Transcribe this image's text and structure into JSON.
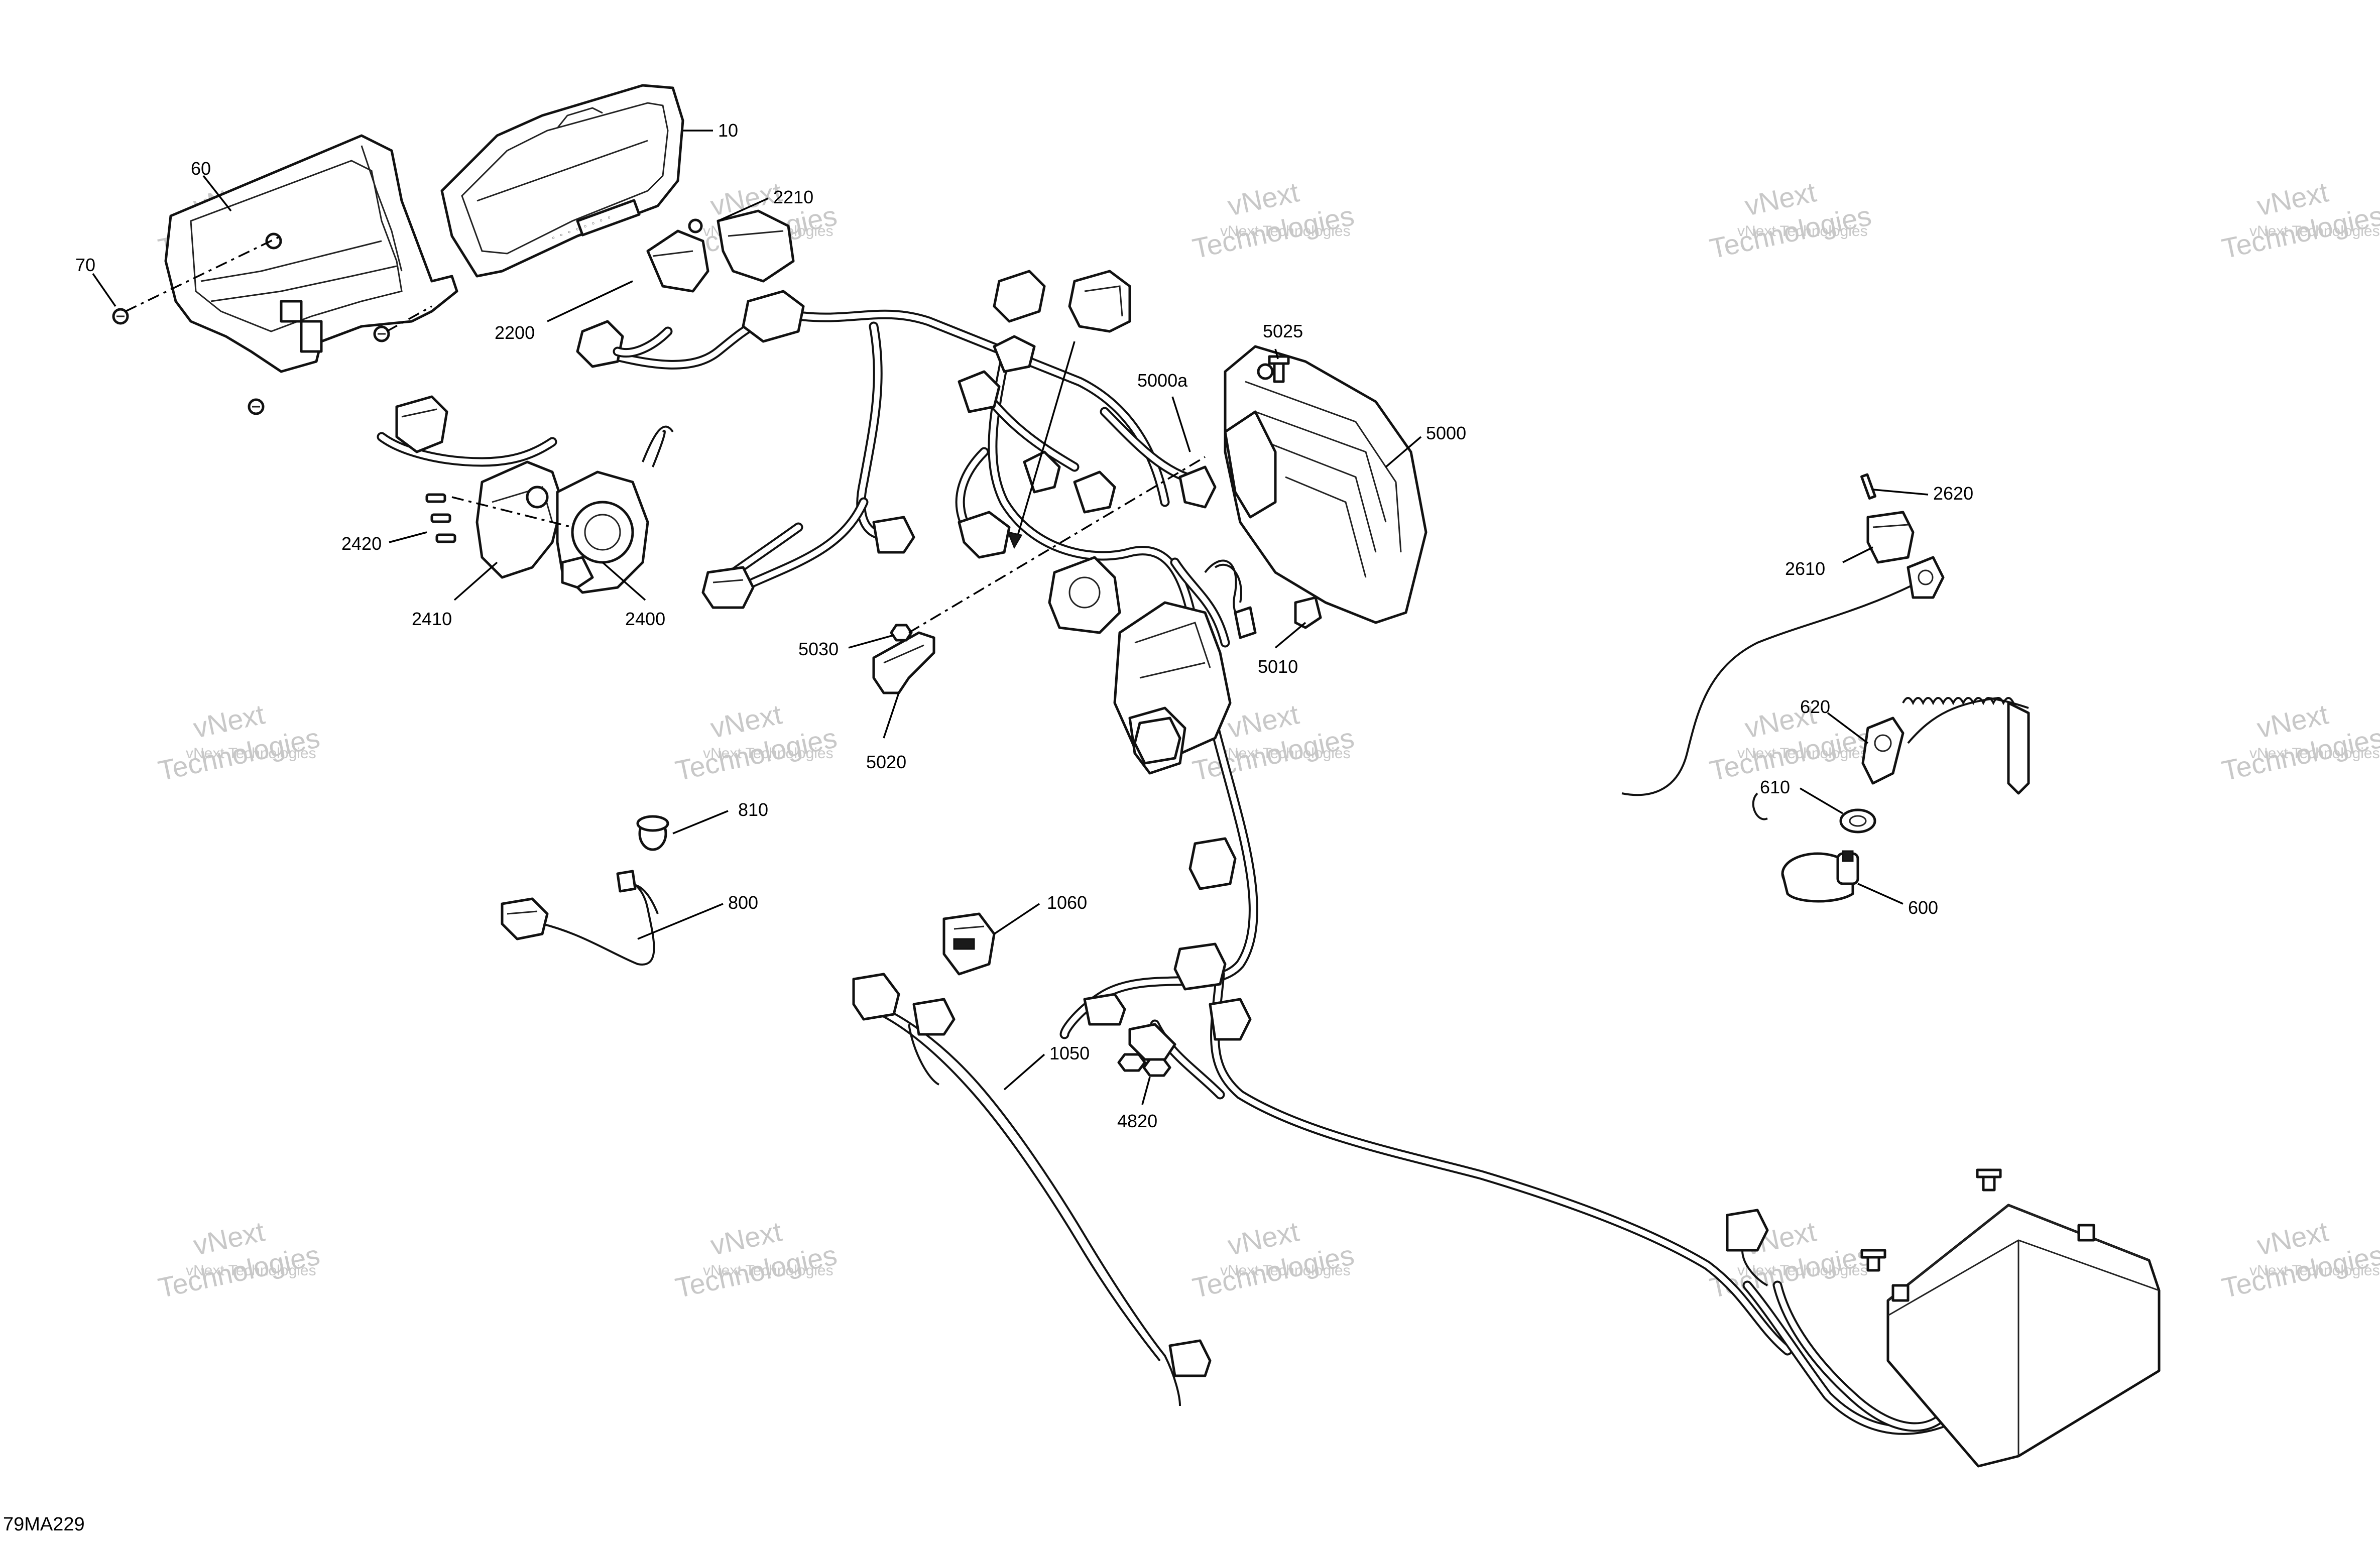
{
  "diagram_code": "79MA229",
  "watermark": {
    "line1": "vNext",
    "line2": "Technologies",
    "small": "vNext Technologies"
  },
  "callouts": {
    "c10": "10",
    "c60": "60",
    "c70": "70",
    "c2210": "2210",
    "c2200": "2200",
    "c2420": "2420",
    "c2410": "2410",
    "c2400": "2400",
    "c5025": "5025",
    "c5000a": "5000a",
    "c5000": "5000",
    "c5030": "5030",
    "c5020": "5020",
    "c5010": "5010",
    "c2620": "2620",
    "c2610": "2610",
    "c620": "620",
    "c610": "610",
    "c600": "600",
    "c810": "810",
    "c800": "800",
    "c1060": "1060",
    "c1050": "1050",
    "c4820": "4820"
  }
}
